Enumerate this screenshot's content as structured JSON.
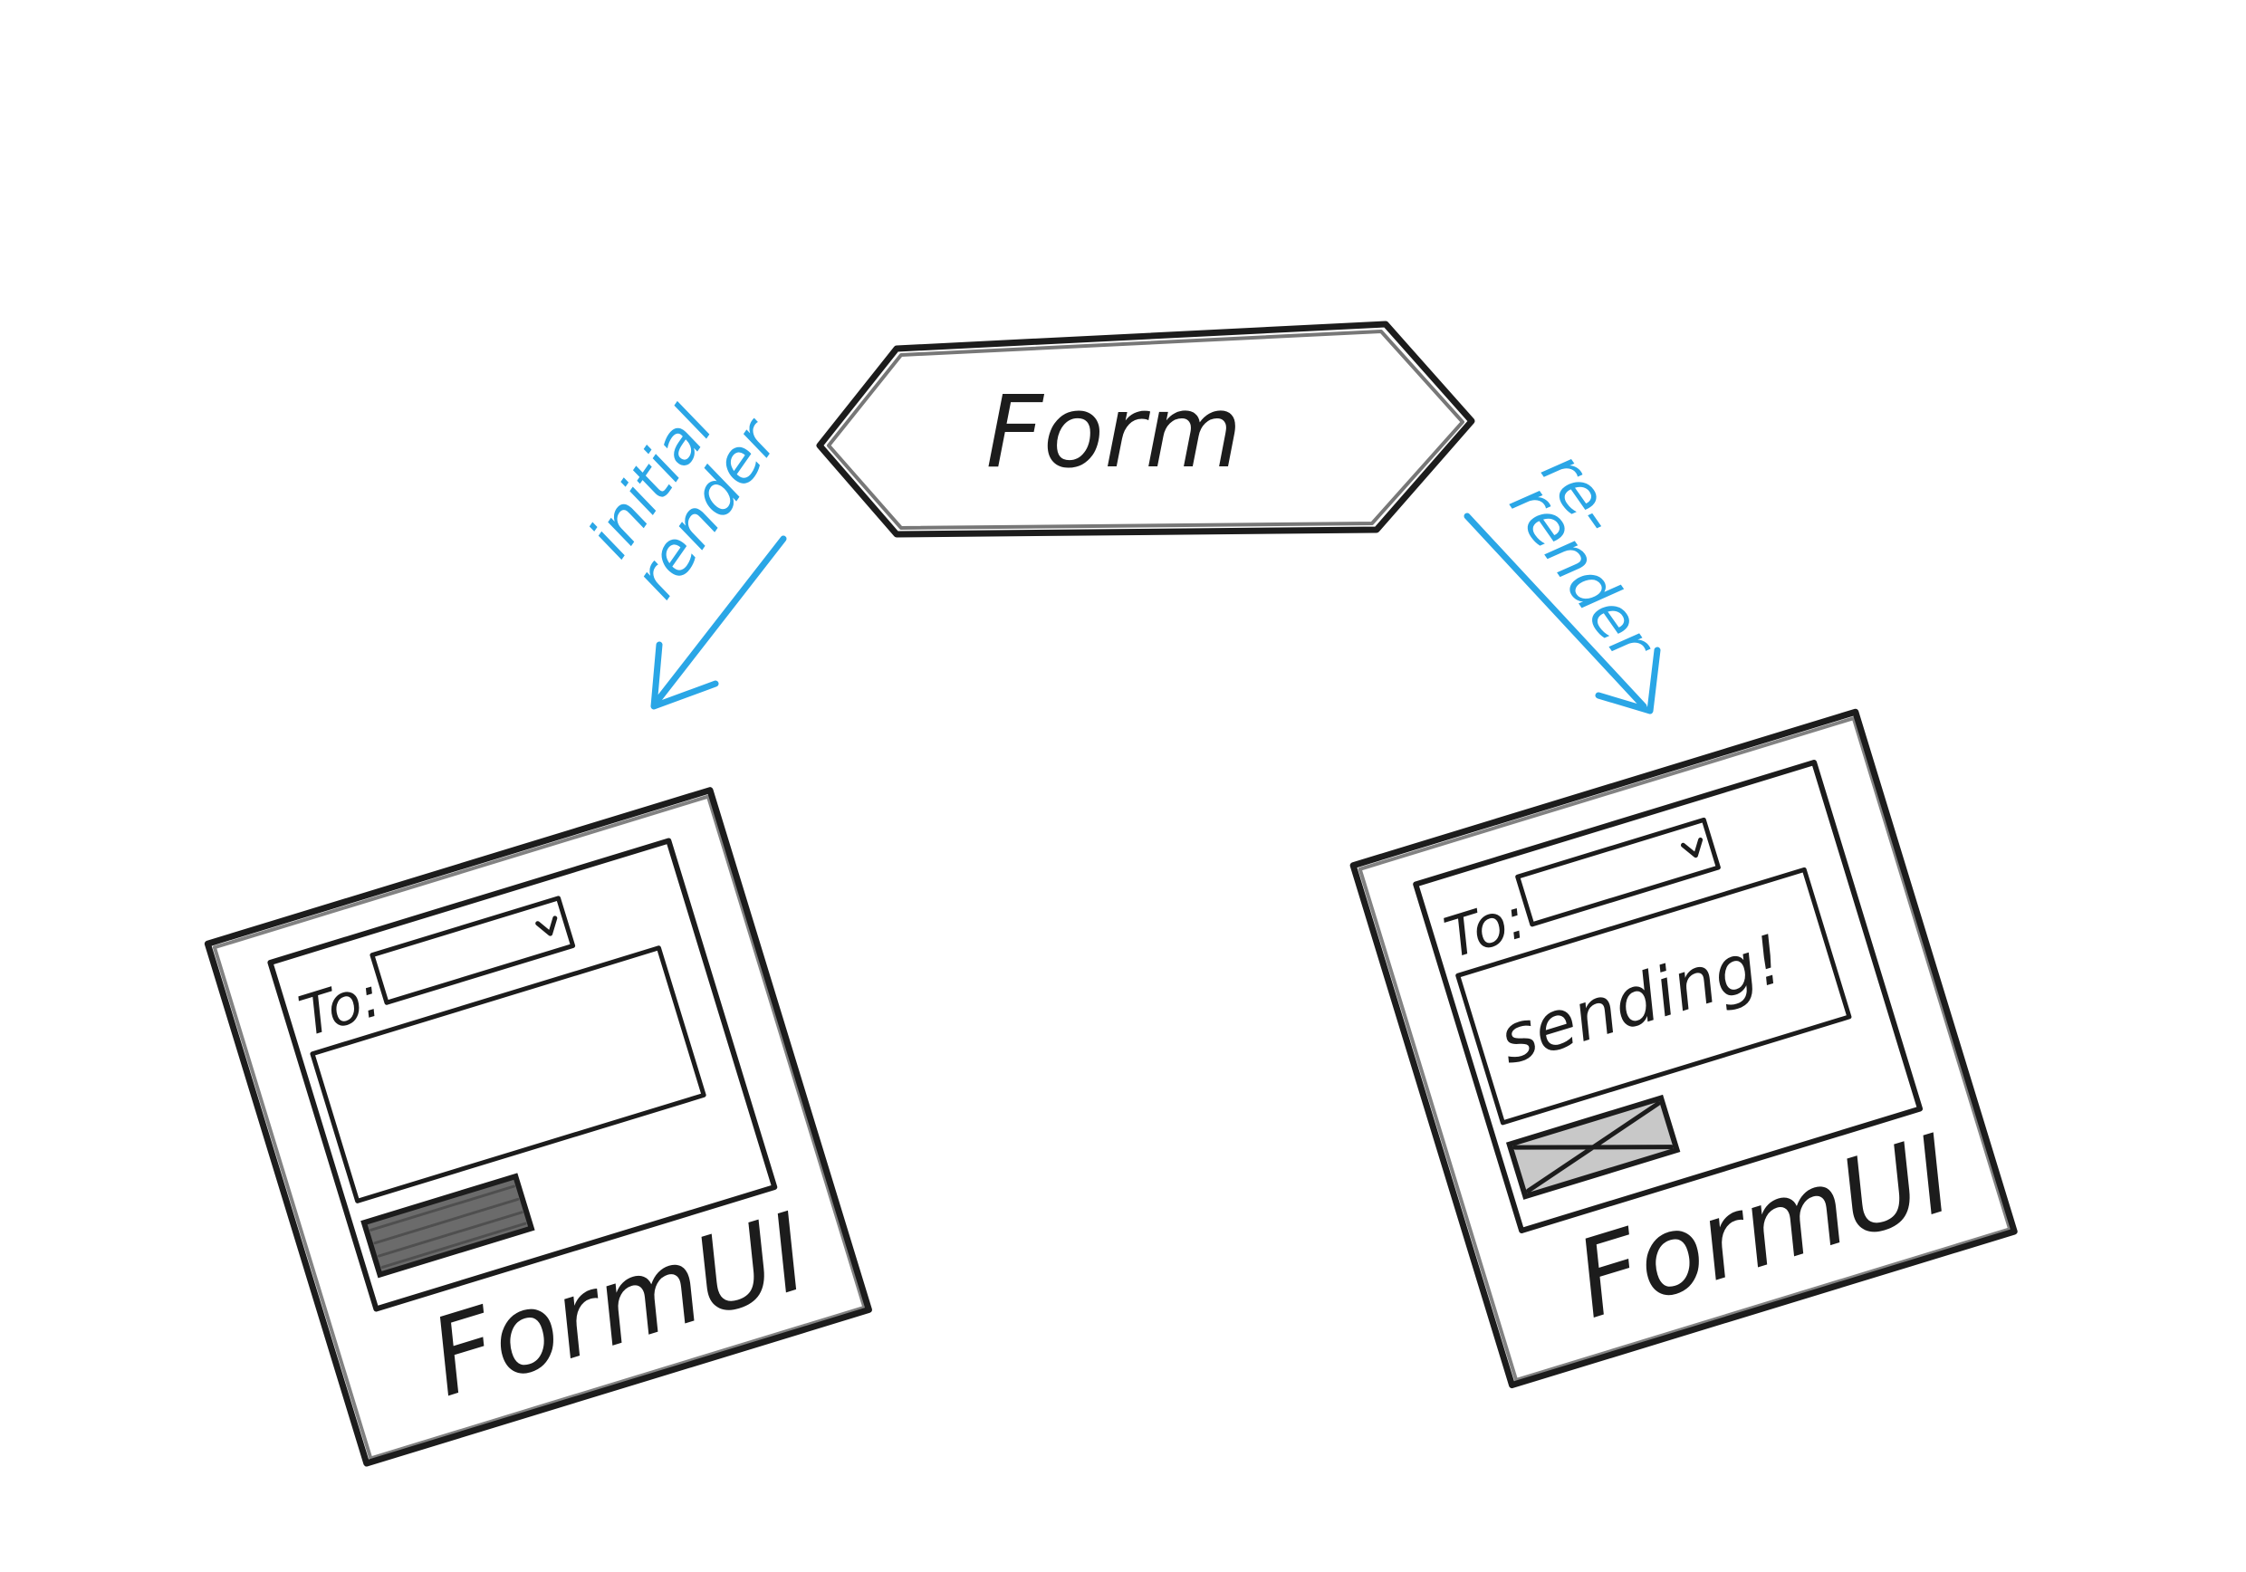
{
  "nodes": {
    "parent": {
      "label": "Form"
    },
    "left_child": {
      "label": "FormUI",
      "to_label": "To:"
    },
    "right_child": {
      "label": "FormUI",
      "to_label": "To:",
      "message_text": "sending!"
    }
  },
  "edges": {
    "initial": {
      "line1": "initial",
      "line2": "render"
    },
    "rerender": {
      "line1": "re-",
      "line2": "render"
    }
  },
  "colors": {
    "ink": "#1c1c1c",
    "accent": "#2aa6e6",
    "button_fill": "#6b6b6b"
  }
}
